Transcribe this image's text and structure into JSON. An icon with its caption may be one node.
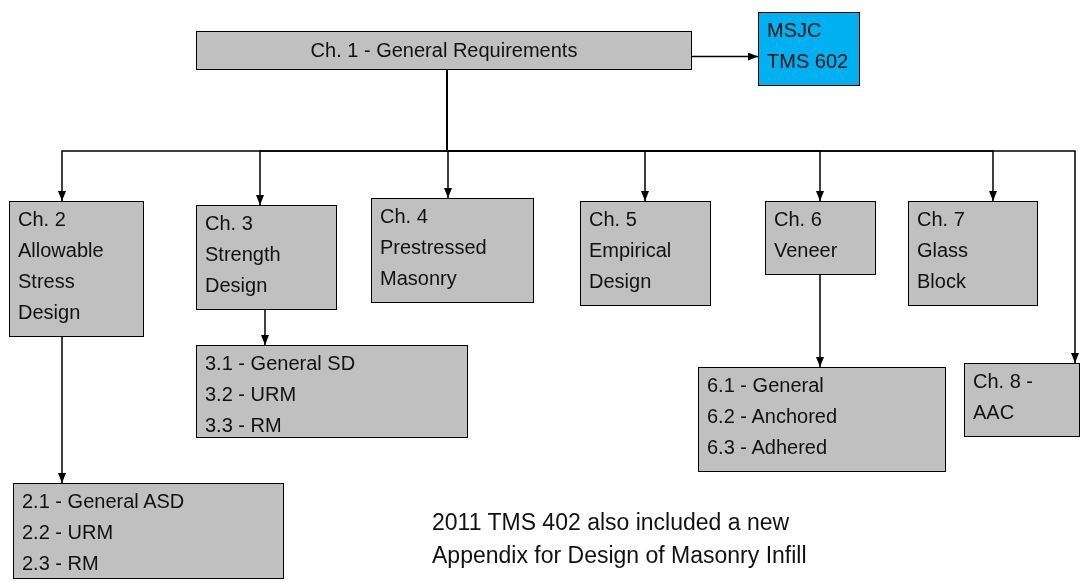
{
  "diagram": {
    "nodes": [
      {
        "text": [
          "Ch. 1 - General Requirements"
        ]
      },
      {
        "text": [
          "MSJC",
          "TMS 602"
        ]
      },
      {
        "text": [
          "Ch. 2",
          "Allowable Stress Design"
        ]
      },
      {
        "text": [
          "Ch. 3",
          "Strength Design"
        ]
      },
      {
        "text": [
          "Ch. 4",
          "Prestressed Masonry"
        ]
      },
      {
        "text": [
          "Ch. 5",
          "Empirical Design"
        ]
      },
      {
        "text": [
          "Ch. 6",
          "Veneer"
        ]
      },
      {
        "text": [
          "Ch. 7",
          "Glass Block"
        ]
      },
      {
        "text": [
          "3.1 - General SD",
          "3.2 - URM",
          "3.3 - RM"
        ]
      },
      {
        "text": [
          "6.1 - General",
          "6.2 - Anchored",
          "6.3 - Adhered"
        ]
      },
      {
        "text": [
          "Ch. 8 - AAC"
        ]
      },
      {
        "text": [
          "2.1 - General ASD",
          "2.2 - URM",
          "2.3 - RM"
        ]
      }
    ],
    "edges": [
      {
        "from": 0,
        "to": 1,
        "arrow": "to"
      },
      {
        "from": 0,
        "to": 2,
        "arrow": "to"
      },
      {
        "from": 0,
        "to": 3,
        "arrow": "to"
      },
      {
        "from": 0,
        "to": 4,
        "arrow": "to"
      },
      {
        "from": 0,
        "to": 5,
        "arrow": "to"
      },
      {
        "from": 0,
        "to": 6,
        "arrow": "to"
      },
      {
        "from": 0,
        "to": 7,
        "arrow": "to"
      },
      {
        "from": 0,
        "to": 10,
        "arrow": "to"
      },
      {
        "from": 3,
        "to": 8,
        "arrow": "to"
      },
      {
        "from": 6,
        "to": 9,
        "arrow": "to"
      },
      {
        "from": 2,
        "to": 11,
        "arrow": "to"
      }
    ],
    "labels": [
      "2011 TMS 402 also included a new Appendix for Design of Masonry Infill"
    ]
  }
}
